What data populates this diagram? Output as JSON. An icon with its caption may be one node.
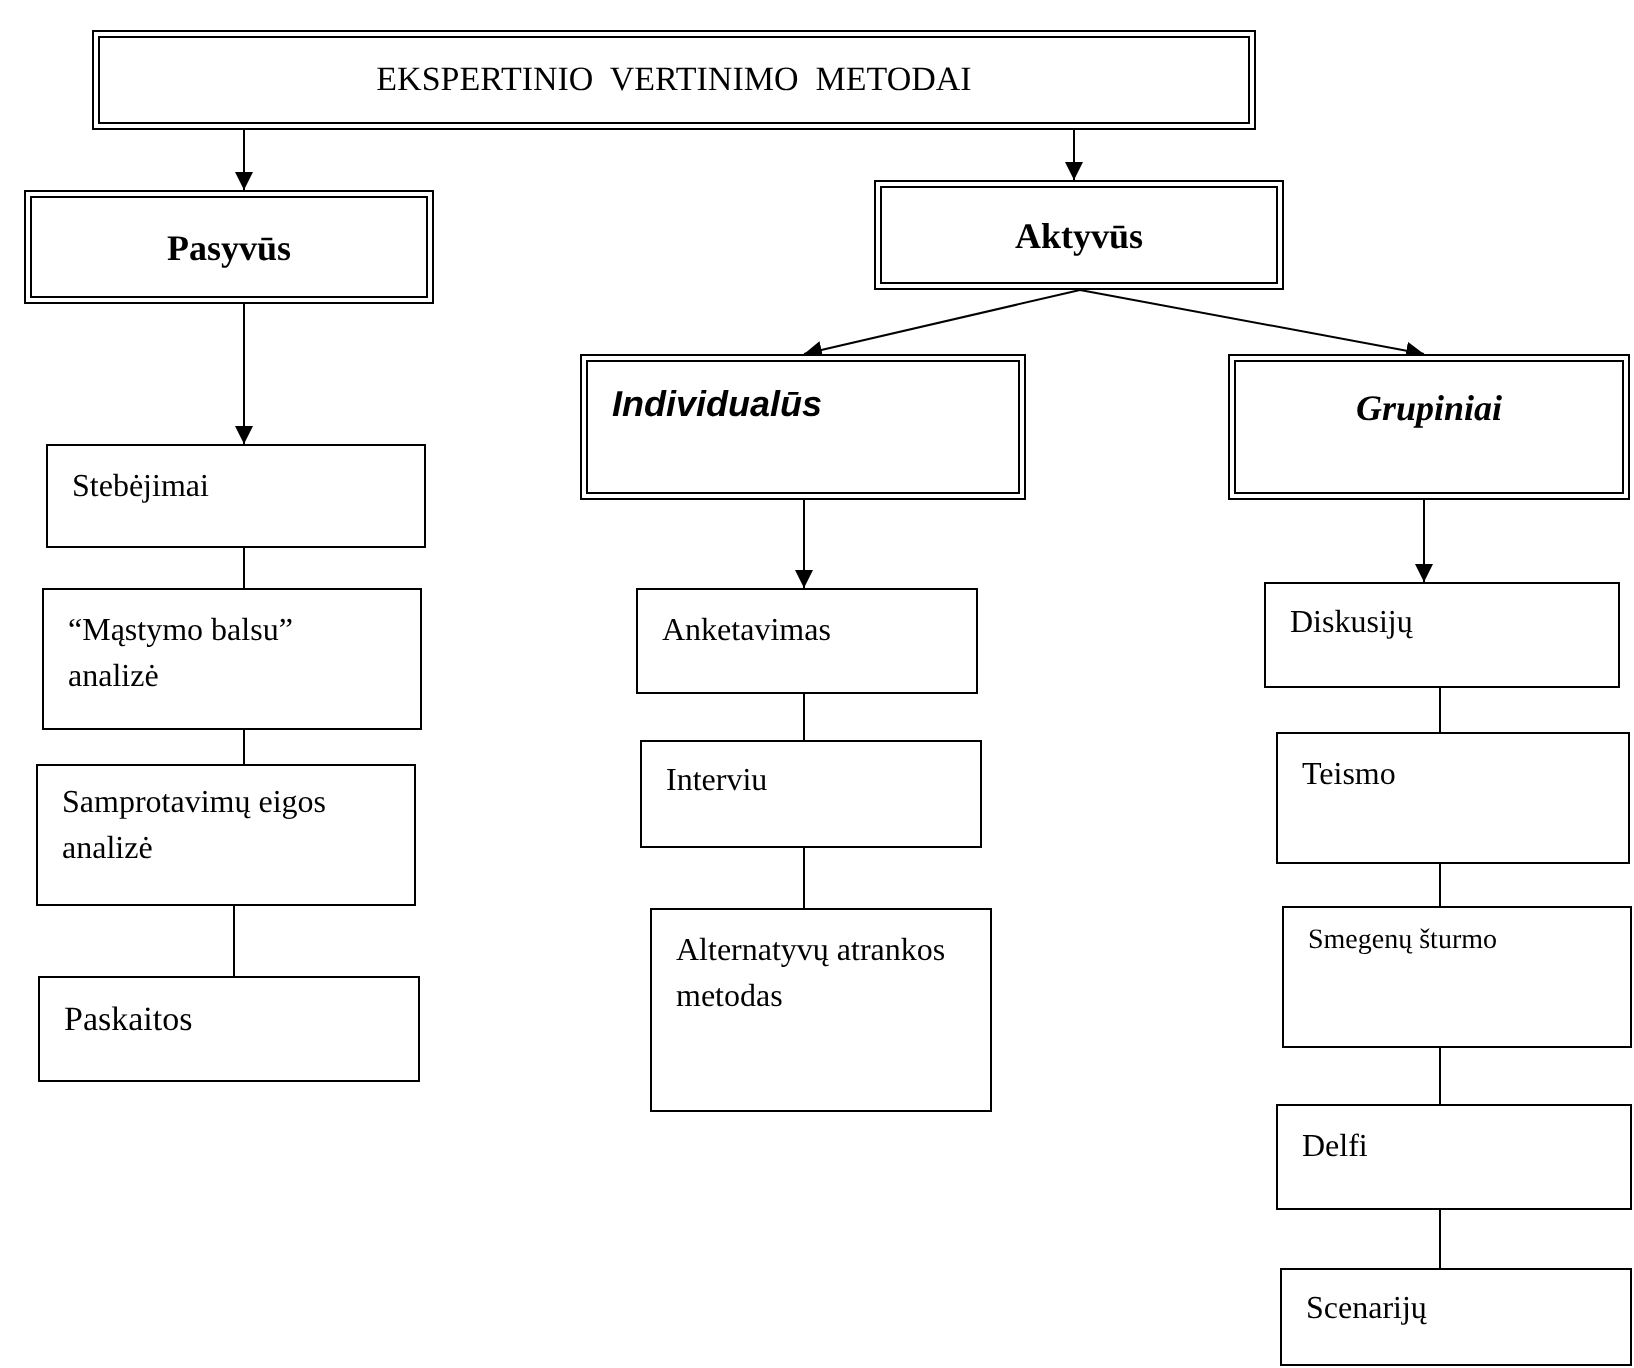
{
  "diagram": {
    "nodes": [
      {
        "text": [
          "EKSPERTINIO  VERTINIMO  METODAI"
        ]
      },
      {
        "text": [
          "Pasyvūs"
        ]
      },
      {
        "text": [
          "Aktyvūs"
        ]
      },
      {
        "text": [
          "Individualūs"
        ]
      },
      {
        "text": [
          "Grupiniai"
        ]
      },
      {
        "text": [
          "Stebėjimai"
        ]
      },
      {
        "text": [
          "“Mąstymo balsu” analizė"
        ]
      },
      {
        "text": [
          "Samprotavimų eigos analizė"
        ]
      },
      {
        "text": [
          "Paskaitos"
        ]
      },
      {
        "text": [
          "Anketavimas"
        ]
      },
      {
        "text": [
          "Interviu"
        ]
      },
      {
        "text": [
          "Alternatyvų atrankos metodas"
        ]
      },
      {
        "text": [
          "Diskusijų"
        ]
      },
      {
        "text": [
          "Teismo"
        ]
      },
      {
        "text": [
          "Smegenų šturmo"
        ]
      },
      {
        "text": [
          "Delfi"
        ]
      },
      {
        "text": [
          "Scenarijų"
        ]
      }
    ],
    "edges": [
      {
        "from": 0,
        "to": 1,
        "arrow": "to"
      },
      {
        "from": 0,
        "to": 2,
        "arrow": "to"
      },
      {
        "from": 1,
        "to": 5,
        "arrow": "to"
      },
      {
        "from": 2,
        "to": 3,
        "arrow": "to"
      },
      {
        "from": 2,
        "to": 4,
        "arrow": "to"
      },
      {
        "from": 5,
        "to": 6,
        "arrow": "none"
      },
      {
        "from": 6,
        "to": 7,
        "arrow": "none"
      },
      {
        "from": 7,
        "to": 8,
        "arrow": "none"
      },
      {
        "from": 3,
        "to": 9,
        "arrow": "to"
      },
      {
        "from": 9,
        "to": 10,
        "arrow": "none"
      },
      {
        "from": 10,
        "to": 11,
        "arrow": "none"
      },
      {
        "from": 4,
        "to": 12,
        "arrow": "to"
      },
      {
        "from": 12,
        "to": 13,
        "arrow": "none"
      },
      {
        "from": 13,
        "to": 14,
        "arrow": "none"
      },
      {
        "from": 14,
        "to": 15,
        "arrow": "none"
      },
      {
        "from": 15,
        "to": 16,
        "arrow": "none"
      }
    ]
  }
}
